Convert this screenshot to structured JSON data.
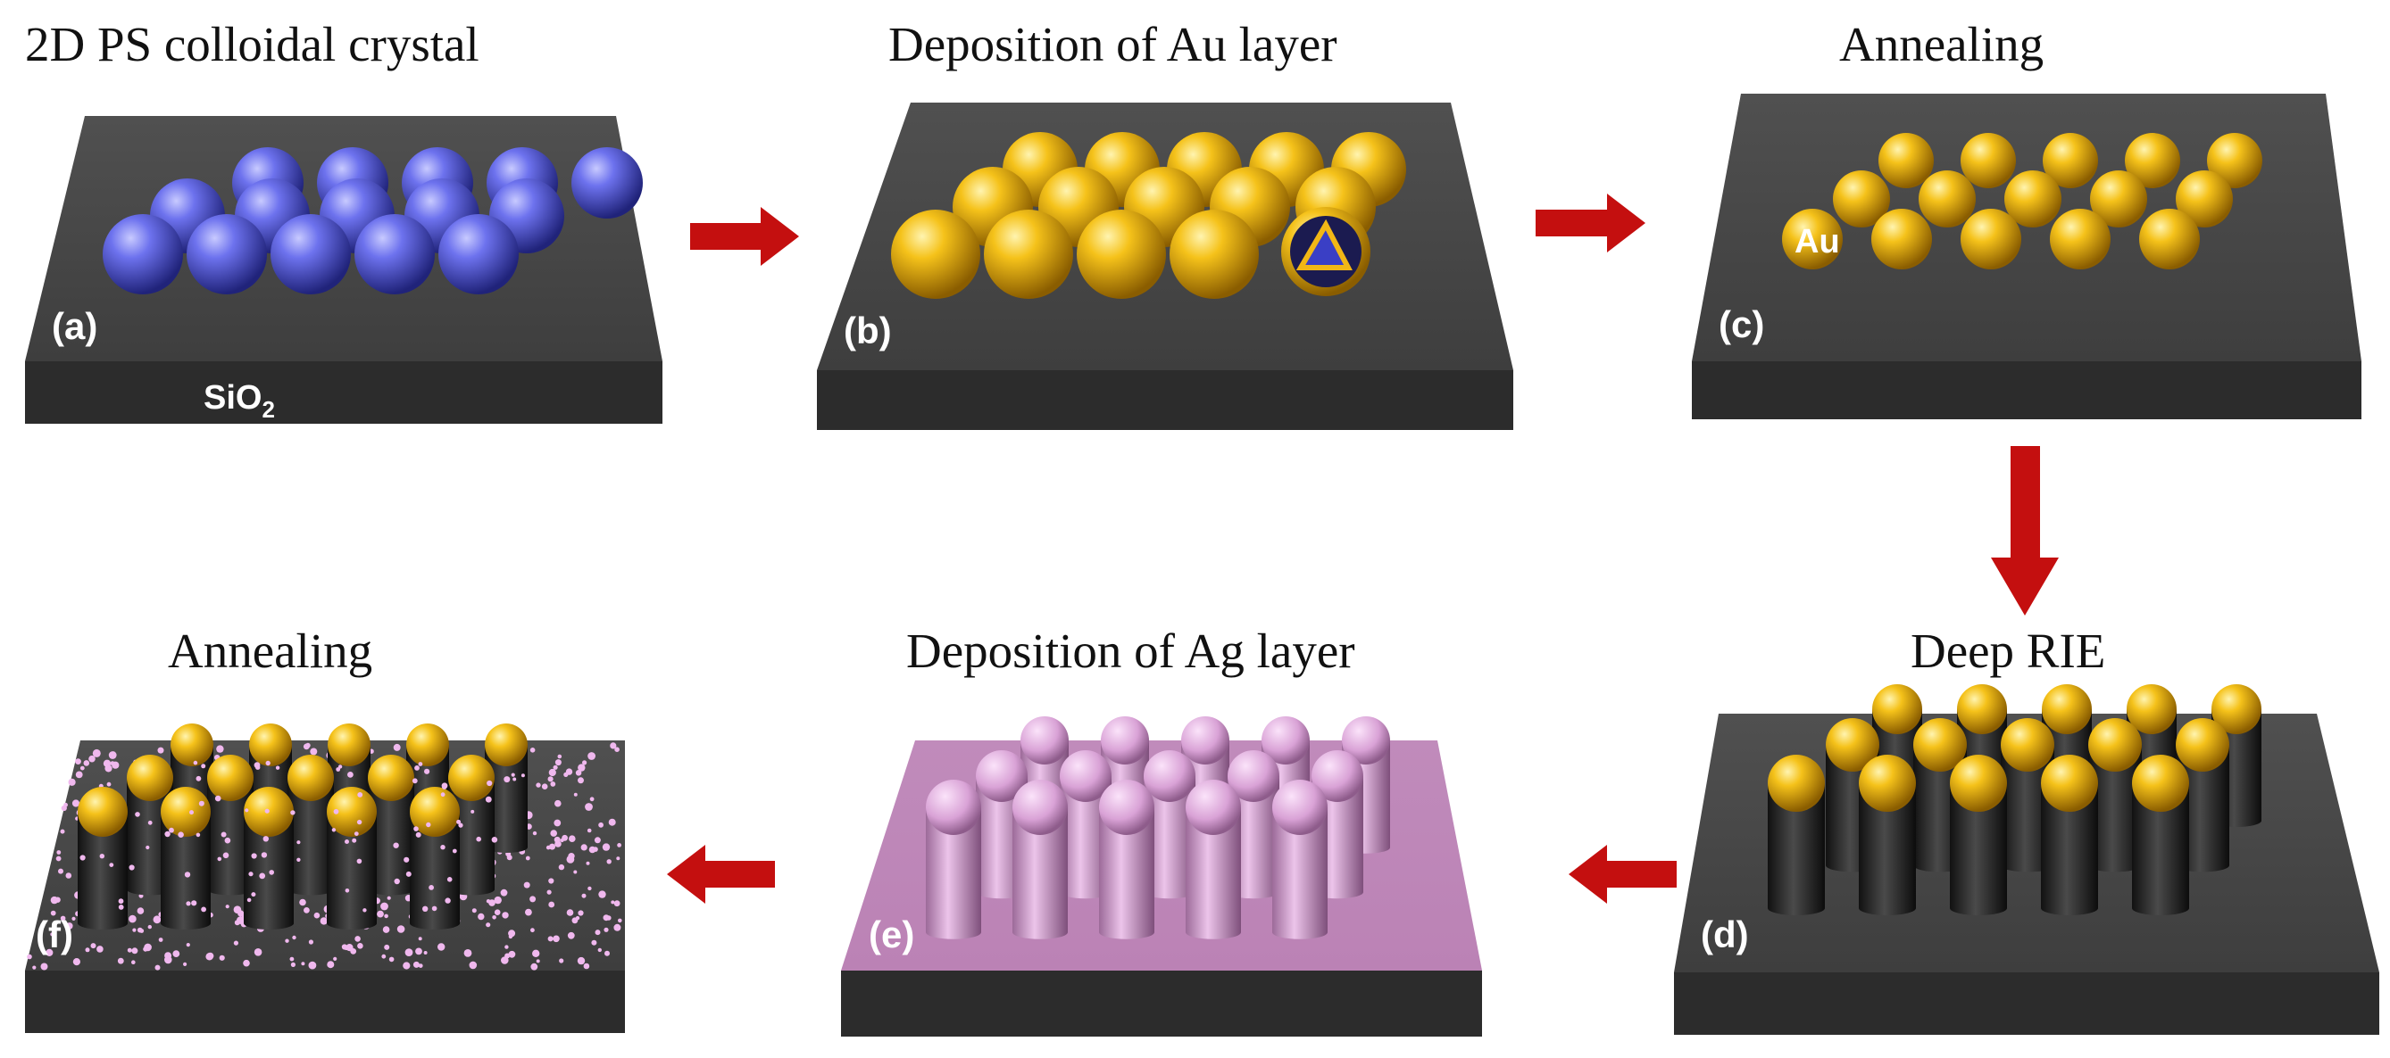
{
  "panels": {
    "a": {
      "title": "2D PS colloidal crystal",
      "label": "(a)",
      "substrate_label": "SiO",
      "substrate_sub": "2"
    },
    "b": {
      "title": "Deposition of Au layer",
      "label": "(b)"
    },
    "c": {
      "title": "Annealing",
      "label": "(c)",
      "particle_label": "Au"
    },
    "d": {
      "title": "Deep RIE",
      "label": "(d)"
    },
    "e": {
      "title": "Deposition of Ag layer",
      "label": "(e)"
    },
    "f": {
      "title": "Annealing",
      "label": "(f)"
    }
  },
  "colors": {
    "substrate_top": "#4a4a4a",
    "substrate_side": "#2a2a2a",
    "ps_sphere": "#5a5fe0",
    "gold": "#f2b716",
    "ag_layer": "#c98fc1",
    "ag_pillar": "#d9a2d6",
    "ag_dots": "#f0b8ee",
    "arrow": "#c40f0f"
  },
  "flow": [
    "a",
    "b",
    "c",
    "d",
    "e",
    "f"
  ]
}
